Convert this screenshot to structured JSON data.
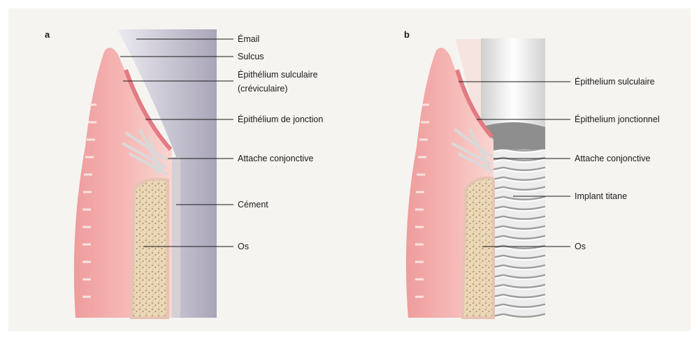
{
  "panels": {
    "a": {
      "letter": "a",
      "labels": [
        "Émail",
        "Sulcus",
        "Épithélium sulculaire",
        "(créviculaire)",
        "Épithélium de jonction",
        "Attache conjonctive",
        "Cément",
        "Os"
      ]
    },
    "b": {
      "letter": "b",
      "labels": [
        "Épithelium sulculaire",
        "Épithelium jonctionnel",
        "Attache conjonctive",
        "Implant titane",
        "Os"
      ]
    }
  },
  "colors": {
    "gum": "#f2a7a6",
    "gum_light": "#f8d3cf",
    "gum_dark": "#e47f82",
    "bone": "#e7d5b3",
    "enamel": "#e3e2ec",
    "implant": "#dcdcdc"
  }
}
